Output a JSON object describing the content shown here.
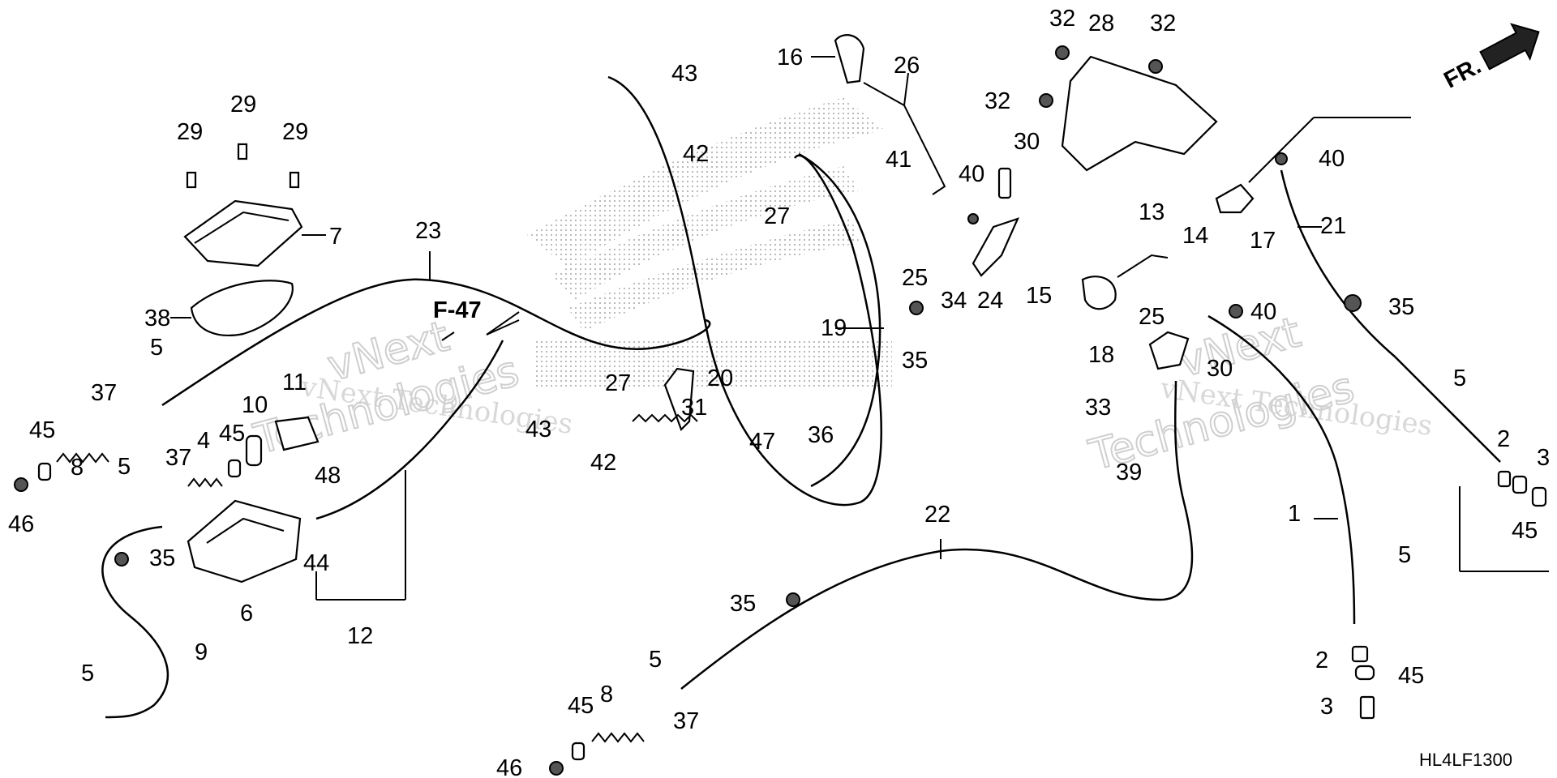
{
  "diagram_code": "HL4LF1300",
  "front_indicator": "FR.",
  "reference": "F-47",
  "watermark": {
    "line1": "vNext Technologies",
    "line2": "vNext Technologies",
    "big1": "vNext",
    "big2": "Technologies",
    "big3": "vNext",
    "big4": "Technologies"
  },
  "callouts": {
    "c1": "1",
    "c2a": "2",
    "c2b": "2",
    "c3a": "3",
    "c3b": "3",
    "c4": "4",
    "c5a": "5",
    "c5b": "5",
    "c5c": "5",
    "c5d": "5",
    "c5e": "5",
    "c5f": "5",
    "c6": "6",
    "c7": "7",
    "c8a": "8",
    "c8b": "8",
    "c9": "9",
    "c10": "10",
    "c11": "11",
    "c12": "12",
    "c13": "13",
    "c14": "14",
    "c15": "15",
    "c16": "16",
    "c17": "17",
    "c18": "18",
    "c19": "19",
    "c20": "20",
    "c21": "21",
    "c22": "22",
    "c23": "23",
    "c24": "24",
    "c25a": "25",
    "c25b": "25",
    "c26": "26",
    "c27a": "27",
    "c27b": "27",
    "c28": "28",
    "c29a": "29",
    "c29b": "29",
    "c29c": "29",
    "c30a": "30",
    "c30b": "30",
    "c31": "31",
    "c32a": "32",
    "c32b": "32",
    "c32c": "32",
    "c33": "33",
    "c34": "34",
    "c35a": "35",
    "c35b": "35",
    "c35c": "35",
    "c35d": "35",
    "c36": "36",
    "c37a": "37",
    "c37b": "37",
    "c37c": "37",
    "c38": "38",
    "c39": "39",
    "c40a": "40",
    "c40b": "40",
    "c40c": "40",
    "c41": "41",
    "c42a": "42",
    "c42b": "42",
    "c43a": "43",
    "c43b": "43",
    "c44": "44",
    "c45a": "45",
    "c45b": "45",
    "c45c": "45",
    "c45d": "45",
    "c45e": "45",
    "c46a": "46",
    "c46b": "46",
    "c47": "47",
    "c48": "48"
  }
}
